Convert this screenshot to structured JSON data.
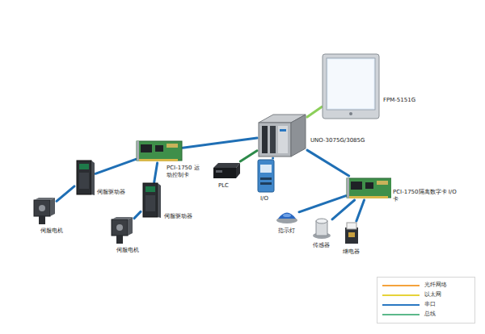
{
  "diagram": {
    "nodes": [
      {
        "text": [
          "FPM-5151G"
        ]
      },
      {
        "text": [
          "UNO-3075G/3085G"
        ]
      },
      {
        "text": [
          "PCI-1750 运动控制卡"
        ]
      },
      {
        "text": [
          "PLC"
        ]
      },
      {
        "text": [
          "I/O"
        ]
      },
      {
        "text": [
          "伺服驱动器"
        ]
      },
      {
        "text": [
          "伺服驱动器"
        ]
      },
      {
        "text": [
          "PCI-1750隔离数字卡 I/O卡"
        ]
      },
      {
        "text": [
          "伺服电机"
        ]
      },
      {
        "text": [
          "伺服电机"
        ]
      },
      {
        "text": [
          "指示灯"
        ]
      },
      {
        "text": [
          "传感器"
        ]
      },
      {
        "text": [
          "继电器"
        ]
      }
    ],
    "edges": [
      {
        "from": 0,
        "to": 1,
        "arrow": "none"
      },
      {
        "from": 1,
        "to": 2,
        "arrow": "none"
      },
      {
        "from": 1,
        "to": 3,
        "arrow": "none"
      },
      {
        "from": 1,
        "to": 4,
        "arrow": "none"
      },
      {
        "from": 1,
        "to": 7,
        "arrow": "none"
      },
      {
        "from": 2,
        "to": 5,
        "arrow": "none"
      },
      {
        "from": 2,
        "to": 6,
        "arrow": "none"
      },
      {
        "from": 5,
        "to": 8,
        "arrow": "none"
      },
      {
        "from": 6,
        "to": 9,
        "arrow": "none"
      },
      {
        "from": 7,
        "to": 10,
        "arrow": "none"
      },
      {
        "from": 7,
        "to": 11,
        "arrow": "none"
      },
      {
        "from": 7,
        "to": 12,
        "arrow": "none"
      }
    ],
    "legend": [
      {
        "text": "光纤网络",
        "color": "#f4a23c"
      },
      {
        "text": "以太网",
        "color": "#e6d33a"
      },
      {
        "text": "串口",
        "color": "#2a78c2"
      },
      {
        "text": "总线",
        "color": "#5cb88a"
      }
    ]
  }
}
